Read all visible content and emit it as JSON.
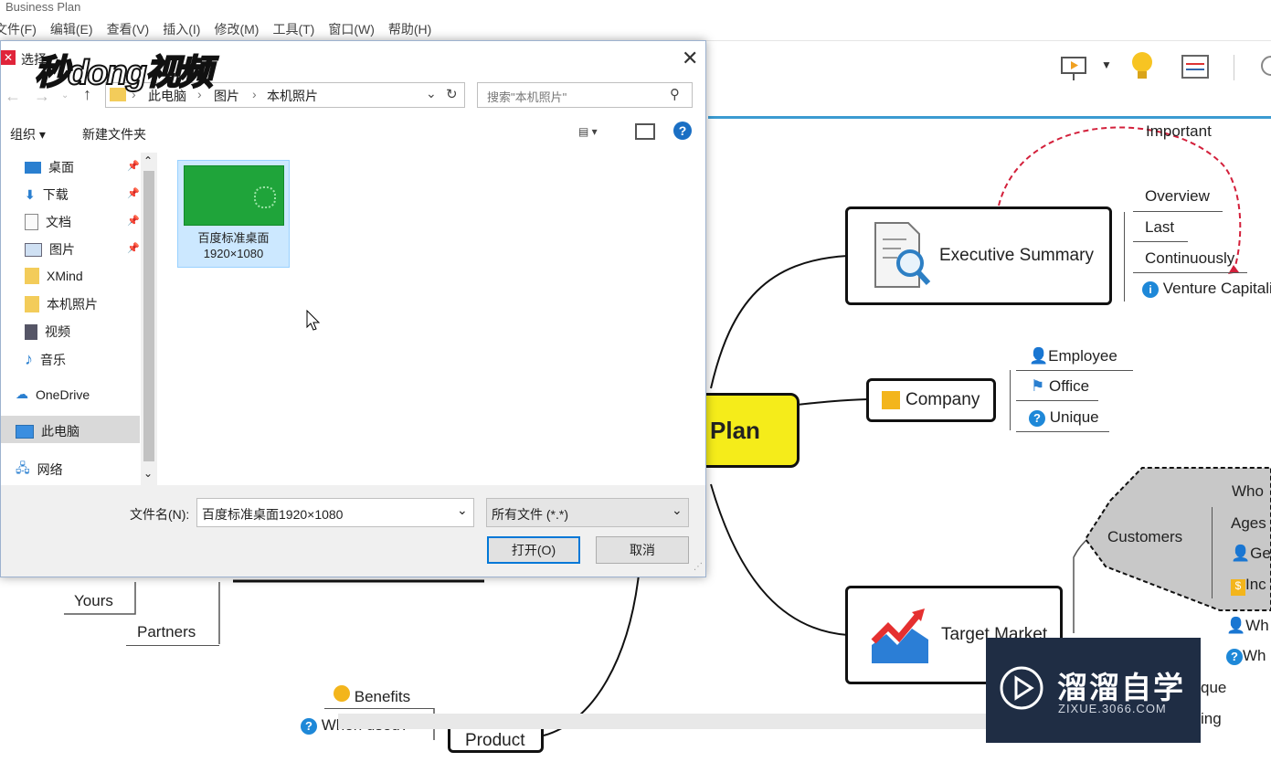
{
  "window": {
    "title": "Business Plan"
  },
  "menu": [
    "文件(F)",
    "编辑(E)",
    "查看(V)",
    "插入(I)",
    "修改(M)",
    "工具(T)",
    "窗口(W)",
    "帮助(H)"
  ],
  "mindmap": {
    "central": "Plan",
    "relationship_label": "Important",
    "executive_summary": {
      "label": "Executive Summary",
      "children": [
        "Overview",
        "Last",
        "Continuously",
        "Venture Capitali"
      ]
    },
    "company": {
      "label": "Company",
      "children": [
        "Employee",
        "Office",
        "Unique"
      ]
    },
    "target_market": {
      "label": "Target Market",
      "customers_label": "Customers",
      "customer_children": [
        "Who",
        "Ages",
        "Ge",
        "Inc"
      ],
      "competitor_children": [
        "Wh",
        "Wh"
      ],
      "partial_children": [
        "que",
        "ing"
      ]
    },
    "left_items": [
      "Yours",
      "Partners"
    ],
    "product": {
      "label": "Product",
      "children": [
        "Benefits",
        "When used?"
      ]
    }
  },
  "dialog": {
    "title": "选择",
    "breadcrumb": [
      "此电脑",
      "图片",
      "本机照片"
    ],
    "search_placeholder": "搜索\"本机照片\"",
    "organize_label": "组织",
    "new_folder_label": "新建文件夹",
    "nav_items": [
      "桌面",
      "下载",
      "文档",
      "图片",
      "XMind",
      "本机照片",
      "视频",
      "音乐",
      "OneDrive",
      "此电脑",
      "网络"
    ],
    "files": [
      {
        "name": "百度标准桌面",
        "size": "1920×1080",
        "color": "#1fa43a"
      }
    ],
    "filename_label": "文件名(N):",
    "filename_value": "百度标准桌面1920×1080",
    "filetype_value": "所有文件 (*.*)",
    "open_label": "打开(O)",
    "cancel_label": "取消"
  },
  "watermarks": {
    "top_left": "秒dong视频",
    "bottom_right_title": "溜溜自学",
    "bottom_right_url": "ZIXUE.3066.COM"
  },
  "colors": {
    "accent": "#3b9bd1",
    "central_fill": "#f5ec1a",
    "relationship": "#d3203b"
  }
}
